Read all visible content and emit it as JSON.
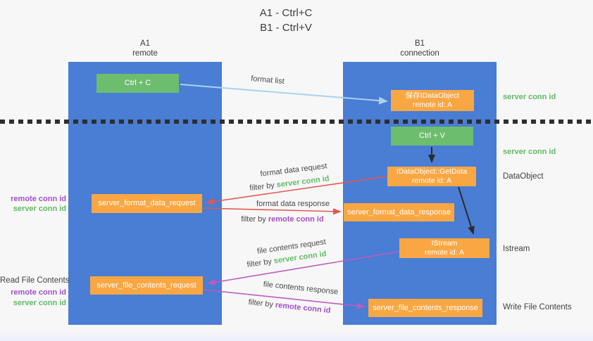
{
  "title": {
    "line1": "A1 - Ctrl+C",
    "line2": "B1 - Ctrl+V"
  },
  "lifelines": {
    "left": {
      "id": "A1",
      "role": "remote"
    },
    "right": {
      "id": "B1",
      "role": "connection"
    }
  },
  "nodes": {
    "ctrl_c": {
      "label": "Ctrl + C"
    },
    "save_idataobject": {
      "line1": "保存IDataObject",
      "line2": "remote id: A"
    },
    "ctrl_v": {
      "label": "Ctrl + V"
    },
    "getdata": {
      "line1": "IDataObject::GetData",
      "line2": "remote id: A"
    },
    "server_format_data_request": {
      "label": "server_format_data_request"
    },
    "server_format_data_response": {
      "label": "server_format_data_response"
    },
    "istream": {
      "line1": "IStream",
      "line2": "remote id: A"
    },
    "server_file_contents_request": {
      "label": "server_file_contents_request"
    },
    "server_file_contents_response": {
      "label": "server_file_contents_response"
    }
  },
  "arrow_labels": {
    "format_list": "format list",
    "format_data_request": "format data request",
    "format_data_response": "format data response",
    "file_contents_request": "file contents request",
    "file_contents_response": "file contents response",
    "filter_prefix": "filter by",
    "server_conn_id": "server conn id",
    "remote_conn_id": "remote conn id"
  },
  "annotations": {
    "right_top_server_conn_id": "server conn id",
    "right_mid_server_conn_id": "server conn id",
    "dataobject": "DataObject",
    "istream": "Istream",
    "write_file_contents": "Write File Contents",
    "read_file_contents": "Read File Contents",
    "left_format_remote_conn_id": "remote conn id",
    "left_format_server_conn_id": "server conn id",
    "left_file_remote_conn_id": "remote conn id",
    "left_file_server_conn_id": "server conn id"
  },
  "colors": {
    "lifeline_blue": "#4a7dd4",
    "action_green": "#6dbd6f",
    "message_orange": "#f9a743",
    "request_red": "#e2584f",
    "transfer_magenta": "#c05ac0",
    "format_list_blue": "#a9d2ef",
    "server_conn_green": "#5fba64",
    "remote_conn_purple": "#a44fc6",
    "black_arrow": "#2b2b2b"
  }
}
